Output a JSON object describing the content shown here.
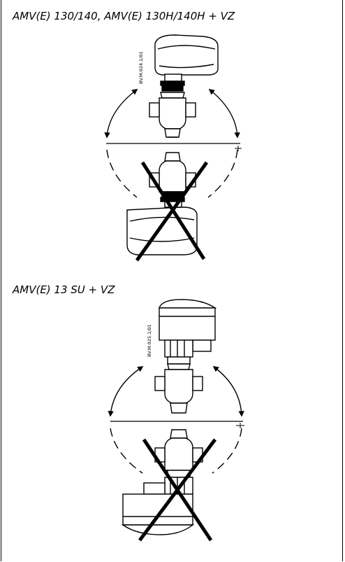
{
  "sections": [
    {
      "caption": "AMV(E) 130/140, AMV(E) 130H/140H + VZ",
      "drawing_code": "BV.M.024.1/01"
    },
    {
      "caption": "AMV(E) 13 SU + VZ",
      "drawing_code": "BV.M.025.1/01"
    }
  ],
  "colors": {
    "line": "#000000",
    "background": "#ffffff"
  }
}
